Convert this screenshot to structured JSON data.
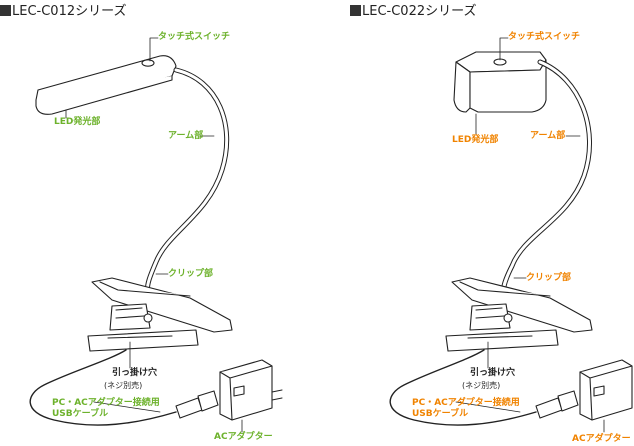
{
  "left": {
    "title": "LEC-C012シリーズ",
    "touch_switch": "タッチ式スイッチ",
    "led": "LED発光部",
    "arm": "アーム部",
    "clip": "クリップ部",
    "hook_hole": "引っ掛け穴",
    "screw": "(ネジ別売)",
    "usb_cable_line1": "PC・ACアダプター接続用",
    "usb_cable_line2": "USBケーブル",
    "ac_adapter": "ACアダプター"
  },
  "right": {
    "title": "LEC-C022シリーズ",
    "touch_switch": "タッチ式スイッチ",
    "led": "LED発光部",
    "arm": "アーム部",
    "clip": "クリップ部",
    "hook_hole": "引っ掛け穴",
    "screw": "(ネジ別売)",
    "usb_cable_line1": "PC・ACアダプター接続用",
    "usb_cable_line2": "USBケーブル",
    "ac_adapter": "ACアダプター"
  },
  "colors": {
    "green": "#6db22c",
    "orange": "#f08300",
    "line": "#222222"
  }
}
